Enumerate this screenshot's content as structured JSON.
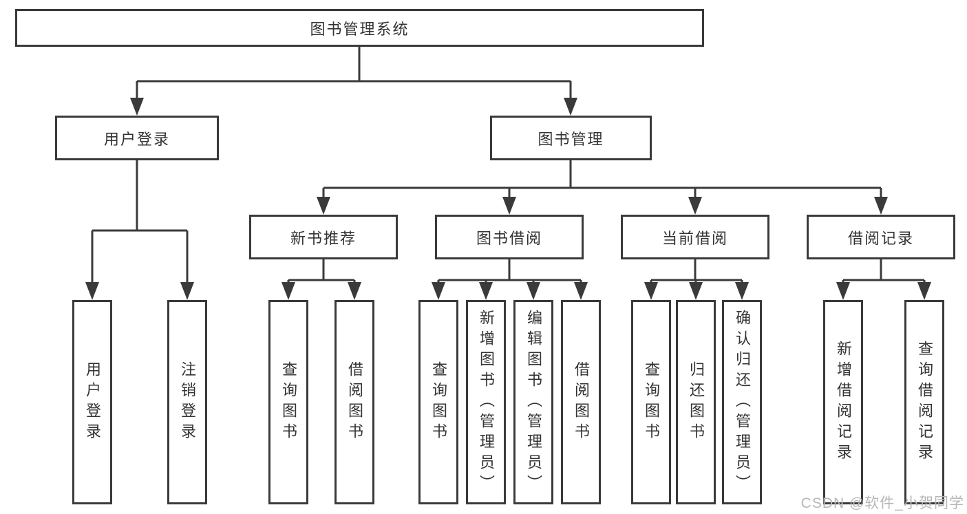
{
  "diagram": {
    "root": {
      "label": "图书管理系统"
    },
    "branches": [
      {
        "label": "用户登录",
        "children": [
          {
            "label": "用户登录"
          },
          {
            "label": "注销登录"
          }
        ]
      },
      {
        "label": "图书管理",
        "children": [
          {
            "label": "新书推荐",
            "children": [
              {
                "label": "查询图书"
              },
              {
                "label": "借阅图书"
              }
            ]
          },
          {
            "label": "图书借阅",
            "children": [
              {
                "label": "查询图书"
              },
              {
                "label": "新增图书（管理员）"
              },
              {
                "label": "编辑图书（管理员）"
              },
              {
                "label": "借阅图书"
              }
            ]
          },
          {
            "label": "当前借阅",
            "children": [
              {
                "label": "查询图书"
              },
              {
                "label": "归还图书"
              },
              {
                "label": "确认归还（管理员）"
              }
            ]
          },
          {
            "label": "借阅记录",
            "children": [
              {
                "label": "新增借阅记录"
              },
              {
                "label": "查询借阅记录"
              }
            ]
          }
        ]
      }
    ],
    "watermark": "CSDN @软件_小贺同学",
    "colors": {
      "line": "#3a3a3a",
      "box_border": "#3a3a3a",
      "text": "#333333",
      "watermark": "#b7b7b7",
      "background": "#ffffff"
    }
  }
}
